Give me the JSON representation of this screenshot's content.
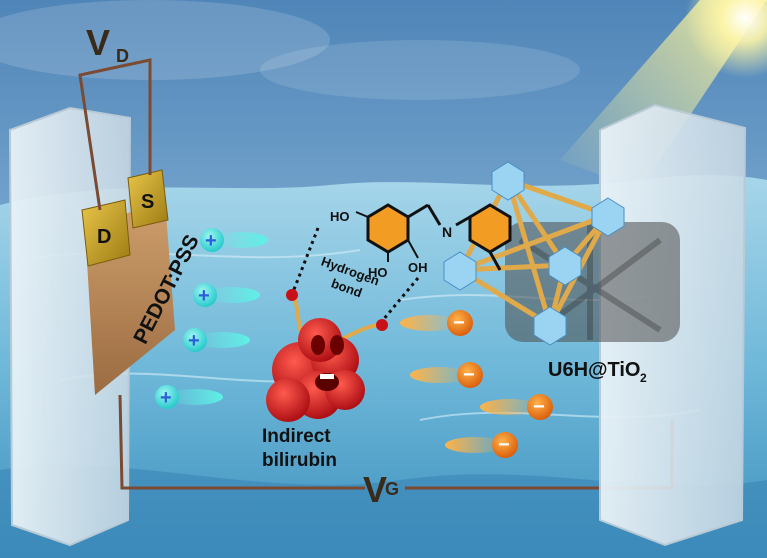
{
  "labels": {
    "vd_main": "V",
    "vd_sub": "D",
    "drain": "D",
    "source": "S",
    "pedot": "PEDOT:PSS",
    "mol_ho1": "HO",
    "mol_ho2": "HO",
    "mol_oh": "OH",
    "mol_n": "N",
    "hbond_line1": "Hydrogen",
    "hbond_line2": "bond",
    "u6h": "U6H@TiO",
    "u6h_sub": "2",
    "bilirubin_line1": "Indirect",
    "bilirubin_line2": "bilirubin",
    "vg_main": "V",
    "vg_sub": "G"
  },
  "ion_signs": {
    "cation": "+",
    "anion": "−"
  },
  "colors": {
    "sky_top": "#5d8fbf",
    "water": "#7fc3df",
    "electrode_gold": "#c9a227",
    "pedot_brown": "#b8865a",
    "wire": "#7a4a32",
    "cation_cyan": "#33e0e6",
    "cation_core": "#4a7fe0",
    "anion_orange": "#f07a16",
    "bilirubin_red": "#d8161c",
    "ring_orange": "#f29c24",
    "framework_rod": "#e0a94a",
    "cluster_blue": "#9ad4f2"
  }
}
